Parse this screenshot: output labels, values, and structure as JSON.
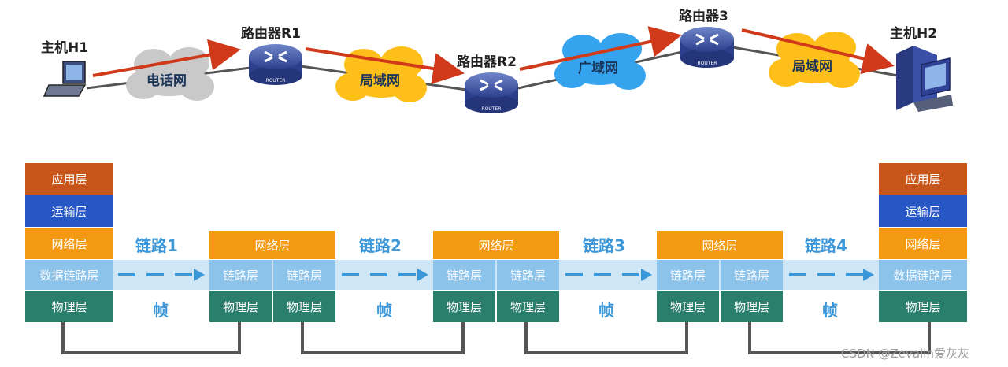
{
  "hosts": {
    "h1": "主机H1",
    "h2": "主机H2"
  },
  "routers": {
    "r1": "路由器R1",
    "r2": "路由器R2",
    "r3": "路由器3",
    "badge": "ROUTER"
  },
  "networks": {
    "phone": "电话网",
    "lan1": "局域网",
    "wan": "广域网",
    "lan2": "局域网"
  },
  "layers": {
    "application": "应用层",
    "transport": "运输层",
    "network": "网络层",
    "data_link": "数据链路层",
    "link": "链路层",
    "physical": "物理层"
  },
  "links": [
    "链路1",
    "链路2",
    "链路3",
    "链路4"
  ],
  "frame": "帧",
  "watermark": "CSDN @Zevalin爱灰灰",
  "colors": {
    "application": "#c8561b",
    "transport": "#2757c4",
    "network": "#f39a12",
    "data_link": "#8cc3ea",
    "physical": "#2a7e6c",
    "route_arrow": "#d03a1a",
    "link_text": "#3b97d8"
  }
}
